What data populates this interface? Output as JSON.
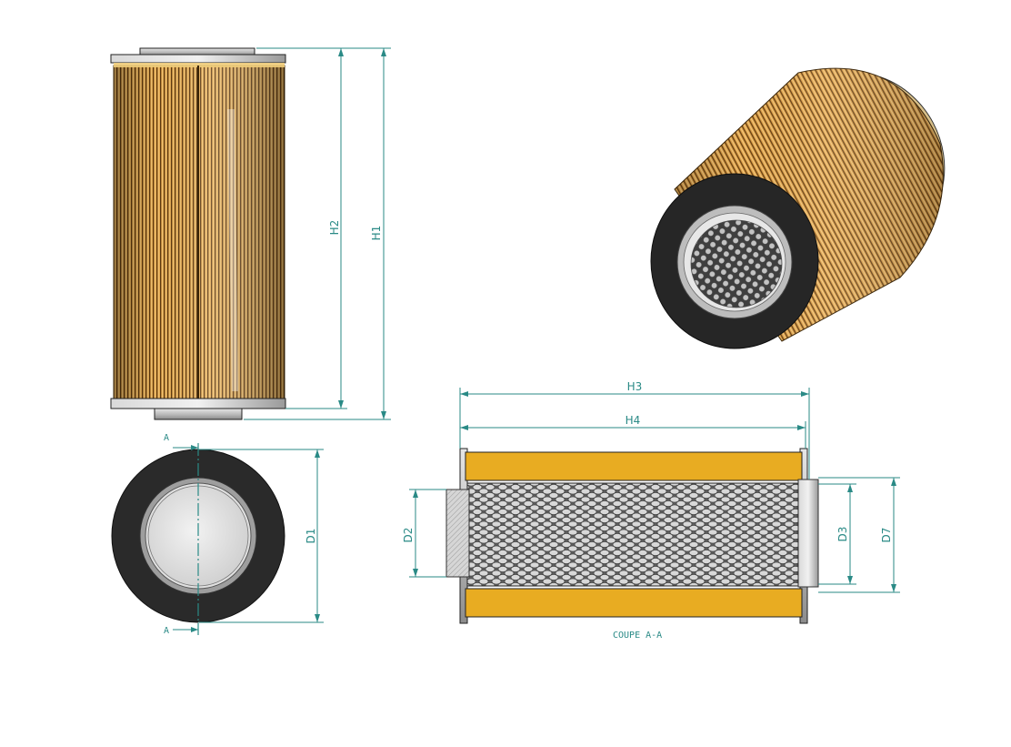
{
  "dimensions": {
    "h1": "H1",
    "h2": "H2",
    "h3": "H3",
    "h4": "H4",
    "d1": "D1",
    "d2": "D2",
    "d3": "D3",
    "d7": "D7"
  },
  "section": {
    "marker": "A",
    "caption": "COUPE A-A"
  },
  "colors": {
    "dimension": "#2a8a86",
    "pleat_light": "#e9b35a",
    "pleat_dark": "#6b4415",
    "media_section": "#e8ac22",
    "end_cap_rubber": "#262626",
    "metal": "#cfcfcf"
  }
}
